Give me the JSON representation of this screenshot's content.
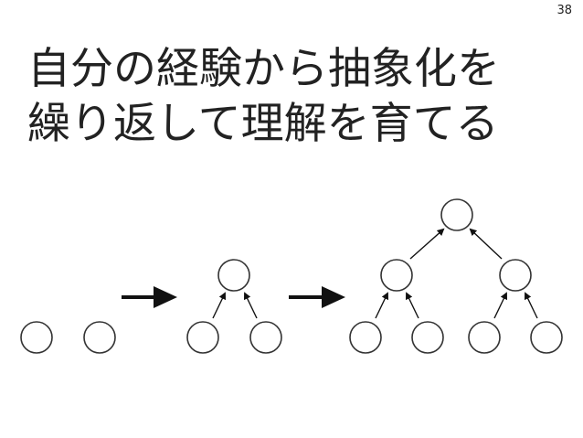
{
  "slide": {
    "page_number": "38",
    "title_lines": [
      "自分の経験から抽象化を",
      "繰り返して理解を育てる"
    ]
  },
  "colors": {
    "background": "#ffffff",
    "text": "#222222",
    "node_stroke": "#333333",
    "arrow": "#111111"
  },
  "diagram": {
    "stages": [
      {
        "name": "stage-1",
        "nodes": 2,
        "levels": 1
      },
      {
        "name": "stage-2",
        "nodes": 3,
        "levels": 2
      },
      {
        "name": "stage-3",
        "nodes": 7,
        "levels": 3
      }
    ],
    "transitions": 2
  }
}
